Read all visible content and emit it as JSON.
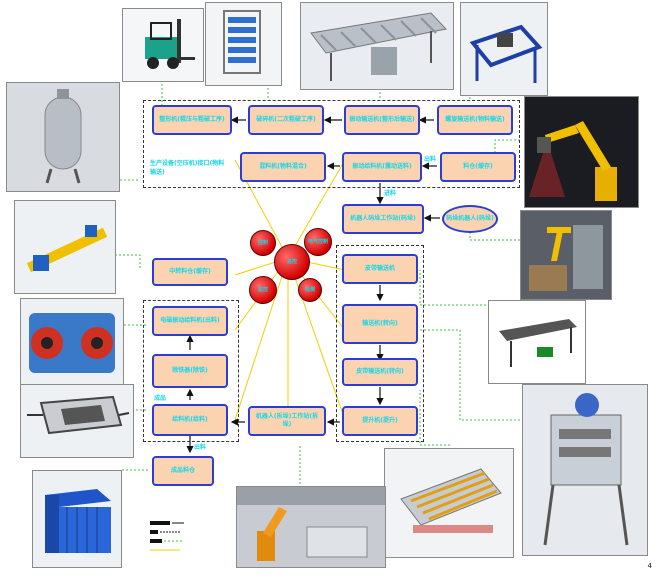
{
  "process": {
    "top1": "整形机(辊压与粗破工序)",
    "top2": "破碎机(二次粗破工序)",
    "top3": "振动输送机(整形后输送)",
    "top4": "螺旋输送机(物料输送)",
    "mid_left": "生产设备(空压机)接口(物料输送)",
    "mid1": "混料机(物料混合)",
    "mid2": "振动给料机(震动送料)",
    "mid_right": "料仓(缓存)",
    "robot_cell": "机器人码垛工作站(码垛)",
    "robot_ellipse": "码垛机器人(码垛)",
    "r1": "皮带输送机",
    "r2": "输送机(转向)",
    "r3": "皮带输送机(转向)",
    "r4": "提升机(提升)",
    "bottom_mid": "机器人(拆垛)工作站(拆垛)",
    "l1": "中转料仓(缓存)",
    "l2": "电磁振动给料机(出料)",
    "l3": "除铁器(除铁)",
    "l4": "给料机(给料)",
    "l5": "成品料仓",
    "label_right_arrow": "出料",
    "label_down_arrow": "进料",
    "label_left": "成品",
    "label_bottom": "出料"
  },
  "circles": {
    "c1": "控制",
    "c2": "电气控制",
    "c3": "监控",
    "c4": "检测",
    "c5": "总控"
  },
  "icons": {
    "forklift": "forklift-icon",
    "rack": "rack-icon",
    "conveyor": "roller-conveyor-icon",
    "frame": "frame-icon",
    "robot": "robot-arm-icon",
    "tank": "air-tank-icon",
    "screw": "screw-conveyor-icon",
    "crusher": "crusher-icon",
    "feeder": "hopper-icon",
    "bin": "storage-bin-icon",
    "palletizer": "palletizer-icon",
    "belt": "belt-conveyor-icon",
    "shredder": "shredder-icon",
    "sorting": "sorting-table-icon",
    "workcell": "robot-workcell-icon"
  },
  "page_number": "4"
}
